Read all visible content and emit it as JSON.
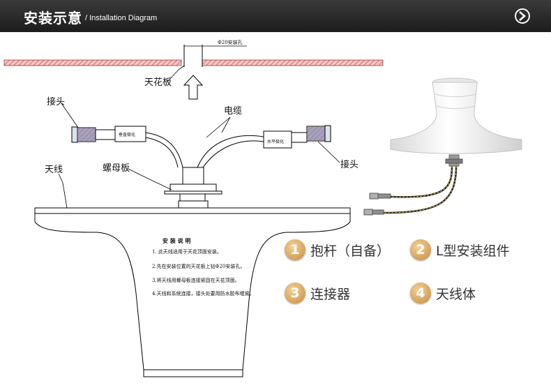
{
  "header": {
    "title": "安装示意",
    "subtitle": "/ Installation Diagram",
    "next_icon": "chevron-right-circle-icon"
  },
  "diagram": {
    "hole_label": "Φ20安装孔",
    "ceiling_label": "天花板",
    "connector_left_label": "接头",
    "cable_label": "电缆",
    "connector_right_label": "接头",
    "antenna_label": "天线",
    "nut_plate_label": "螺母板",
    "vertical_pol_tag": "垂直极化",
    "horizontal_pol_tag": "水平极化",
    "instructions": {
      "title": "安 装 说 明",
      "lines": [
        "1. 此天线适用于天花顶面安装。",
        "2.先在安装位置的天花板上钻Φ20安装孔。",
        "3.将天线用螺母板连接紧固在天花顶面。",
        "4.天线和系统连接，接头处要用防水胶布缠紧。"
      ]
    }
  },
  "legend": [
    {
      "num": "1",
      "label": "抱杆（自备）"
    },
    {
      "num": "2",
      "label": "L型安装组件"
    },
    {
      "num": "3",
      "label": "连接器"
    },
    {
      "num": "4",
      "label": "天线体"
    }
  ]
}
